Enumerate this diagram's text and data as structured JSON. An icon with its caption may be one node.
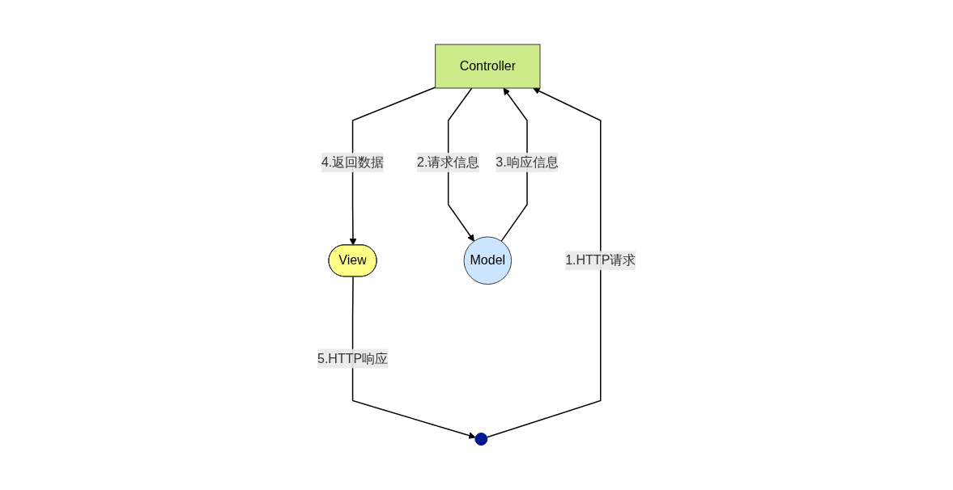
{
  "diagram": {
    "nodes": [
      {
        "text": [
          "Controller"
        ]
      },
      {
        "text": [
          "View"
        ]
      },
      {
        "text": [
          "Model"
        ]
      },
      {
        "text": [],
        "shape": "person"
      }
    ],
    "edges": [
      {
        "from": 3,
        "to": 0,
        "arrow": "to",
        "label": "1.HTTP请求"
      },
      {
        "from": 0,
        "to": 2,
        "arrow": "to",
        "label": "2.请求信息"
      },
      {
        "from": 2,
        "to": 0,
        "arrow": "to",
        "label": "3.响应信息"
      },
      {
        "from": 0,
        "to": 1,
        "arrow": "to",
        "label": "4.返回数据"
      },
      {
        "from": 1,
        "to": 3,
        "arrow": "to",
        "label": "5.HTTP响应"
      }
    ]
  }
}
